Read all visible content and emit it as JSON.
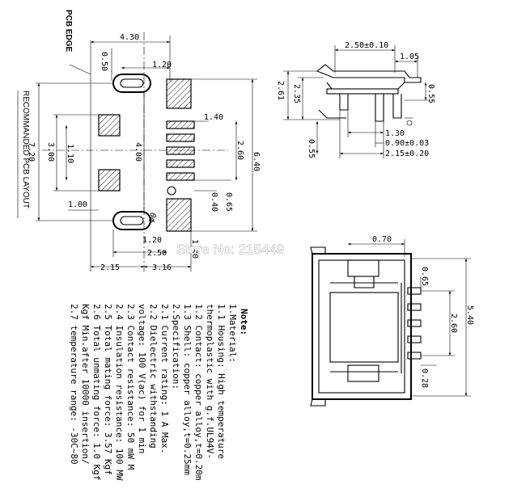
{
  "labels": {
    "pcb_edge": "PCB EDGE",
    "layout_title": "RECOMMANDED PCB LAYOUT"
  },
  "watermark": "Store No: 215449",
  "dims": {
    "d430": "4.30",
    "d050": "0.50",
    "d120": "1.20",
    "d140a": "1.40",
    "d110": "1.10",
    "d300": "3.00",
    "d720": "7.20",
    "d400": "4.00",
    "d260a": "2.60",
    "d640": "6.40",
    "d100": "1.00",
    "d065a": "0.65",
    "d040": "0.40",
    "dphi": "φ0",
    "d120b": "1.20",
    "d140b": "1.40",
    "d250a": "2.50",
    "d215a": "2.15",
    "d316": "3.16",
    "d250b": "2.50±0.10",
    "d105": "1.05",
    "d261": "2.61",
    "d235": "2.35",
    "d055a": "0.55",
    "d055b": "0.55",
    "d130": "1.30",
    "d090": "0.90±0.03",
    "d215b": "2.15±0.20",
    "d070": "0.70",
    "d065b": "0.65",
    "d540": "5.40",
    "d260b": "2.60",
    "d028": "0.28"
  },
  "notes": [
    "Note:",
    "1.Material:",
    "  1.1  Housing: High temperature",
    "       thermoplastic with g.f.UL94V-",
    "  1.2  Contact: copper alloy,t=0.20m",
    "  1.3  Shell: copper alloy,t=0.25mm",
    "2.Specification:",
    "  2.1  Current rating: 1 A Max.",
    "  2.2  Dielectric withstanding",
    "       voltage: 100 V(ac) for 1 min",
    "  2.3  Contact resistance: 50 mW M",
    "  2.4  Insulation resistance: 100 MW",
    "  2.5  Total mating force: 3.57 Kgf",
    "  2.6  Total unmating force: 1.0 Kgf",
    "       Kgf Min.after 10000 insertion/",
    "  2.7  temperature range: -30C~80"
  ]
}
